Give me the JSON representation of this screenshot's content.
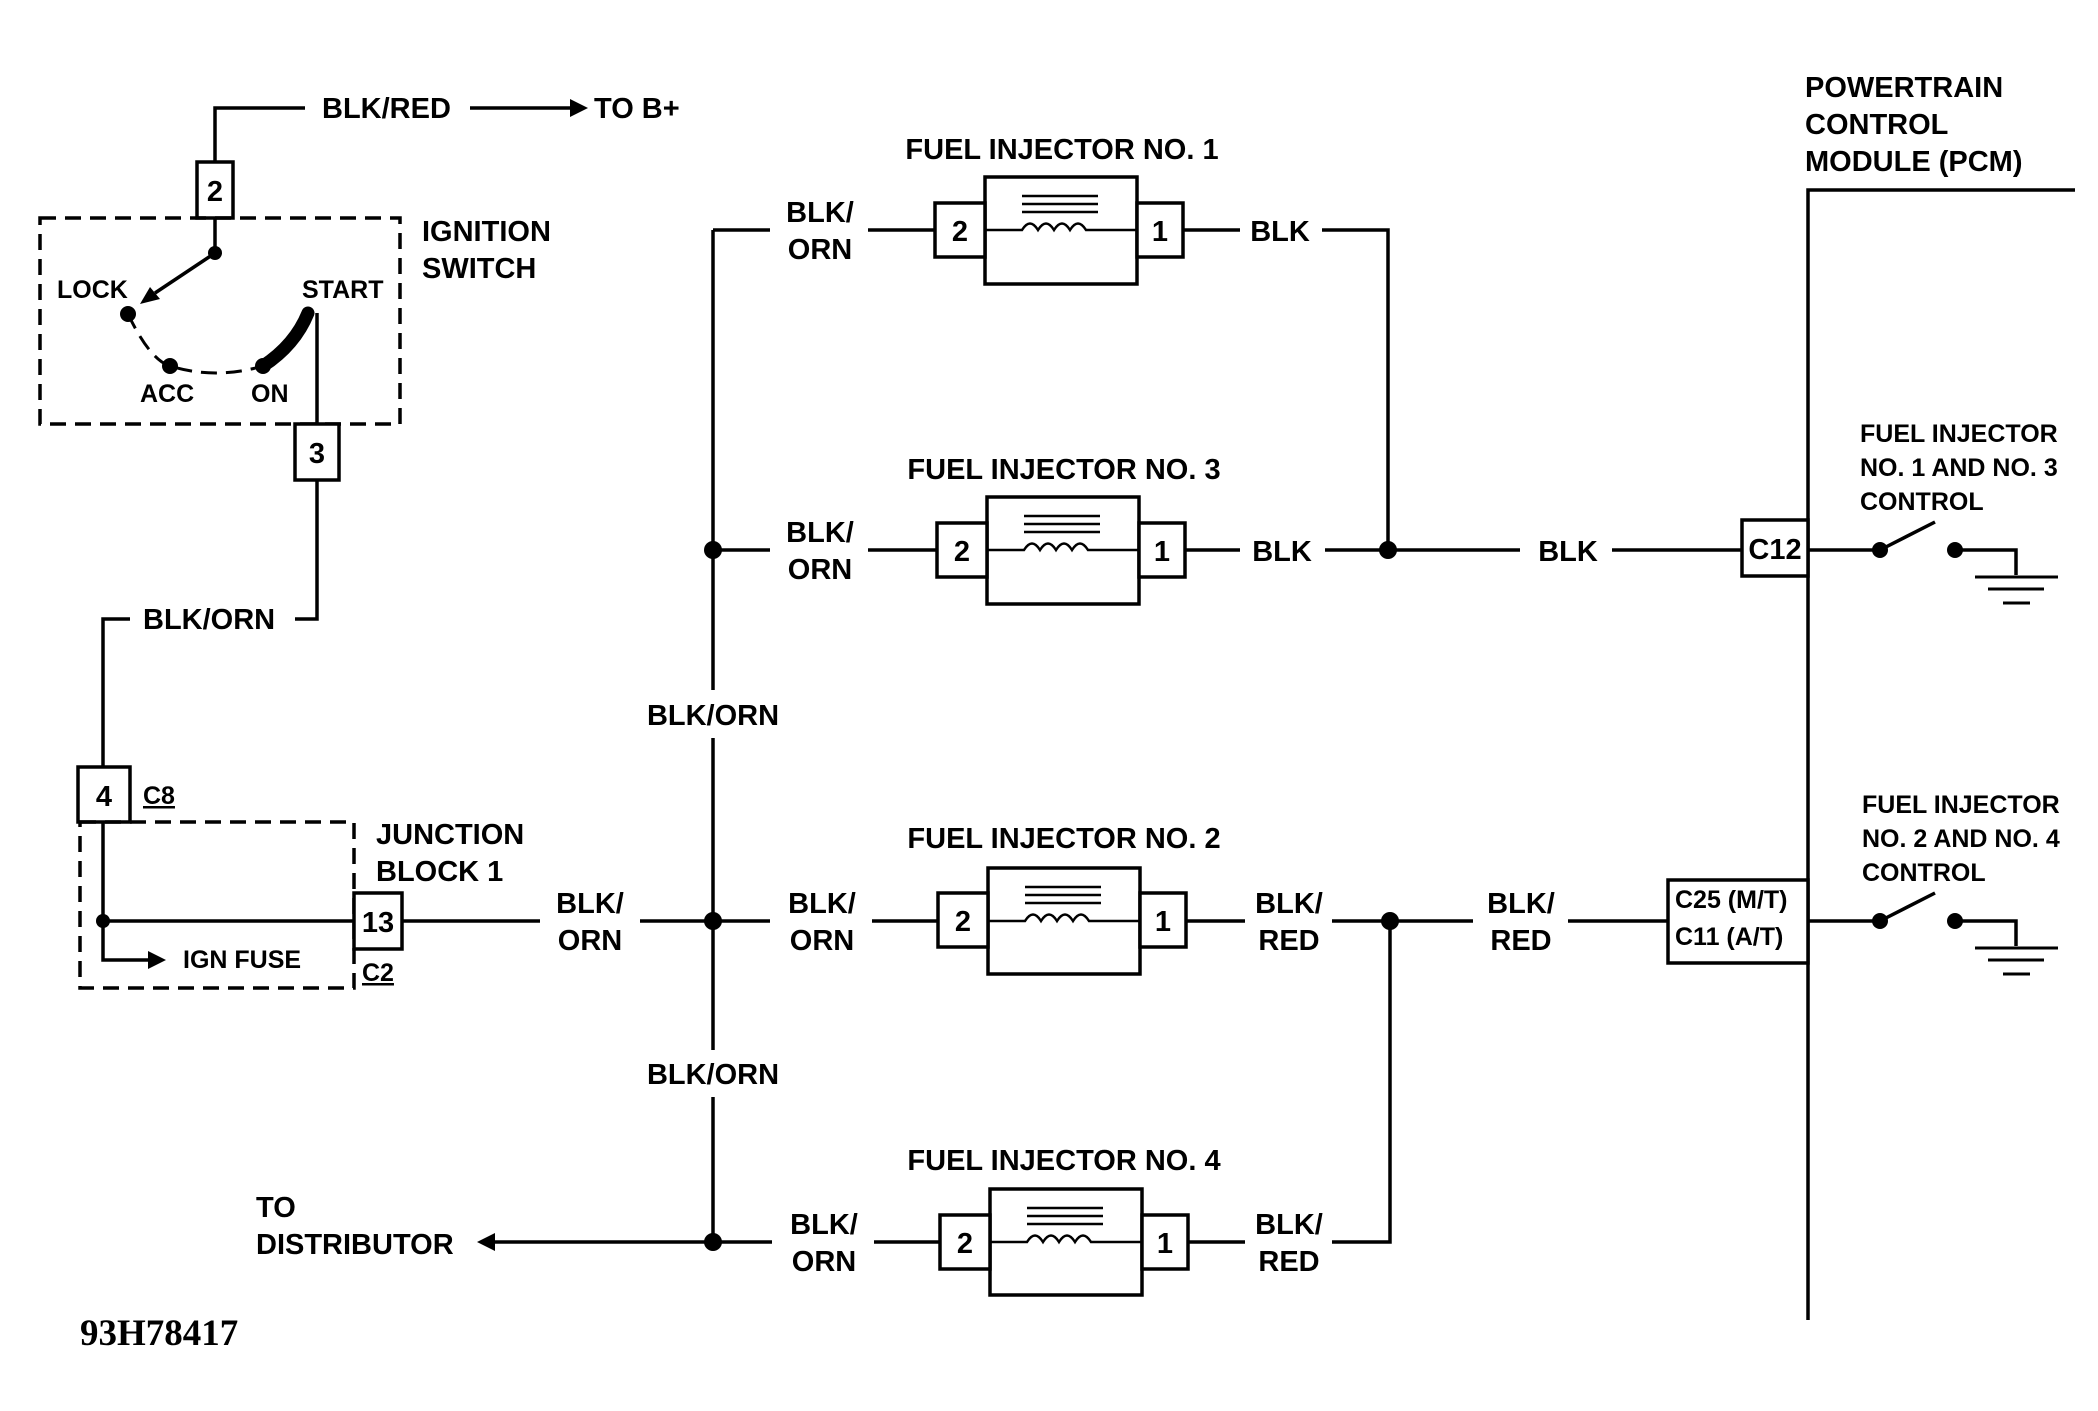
{
  "ignition_switch": {
    "title_line1": "IGNITION",
    "title_line2": "SWITCH",
    "pin_top": "2",
    "pin_bottom": "3",
    "pos_lock": "LOCK",
    "pos_acc": "ACC",
    "pos_on": "ON",
    "pos_start": "START",
    "top_wire": "BLK/RED",
    "to_bplus": "TO B+",
    "bottom_wire": "BLK/ORN"
  },
  "junction_block": {
    "title_line1": "JUNCTION",
    "title_line2": "BLOCK 1",
    "pin_in": "4",
    "conn_in": "C8",
    "pin_out": "13",
    "conn_out": "C2",
    "fuse": "IGN FUSE",
    "out_wire_line1": "BLK/",
    "out_wire_line2": "ORN"
  },
  "bus": {
    "upper_label": "BLK/ORN",
    "lower_label": "BLK/ORN",
    "to_distributor_line1": "TO",
    "to_distributor_line2": "DISTRIBUTOR"
  },
  "injectors": [
    {
      "title": "FUEL INJECTOR NO. 1",
      "pin_left": "2",
      "pin_right": "1",
      "in_wire_1": "BLK/",
      "in_wire_2": "ORN",
      "out_wire_1": "BLK",
      "out_wire_2": ""
    },
    {
      "title": "FUEL INJECTOR NO. 3",
      "pin_left": "2",
      "pin_right": "1",
      "in_wire_1": "BLK/",
      "in_wire_2": "ORN",
      "out_wire_1": "BLK",
      "out_wire_2": ""
    },
    {
      "title": "FUEL INJECTOR NO. 2",
      "pin_left": "2",
      "pin_right": "1",
      "in_wire_1": "BLK/",
      "in_wire_2": "ORN",
      "out_wire_1": "BLK/",
      "out_wire_2": "RED"
    },
    {
      "title": "FUEL INJECTOR NO. 4",
      "pin_left": "2",
      "pin_right": "1",
      "in_wire_1": "BLK/",
      "in_wire_2": "ORN",
      "out_wire_1": "BLK/",
      "out_wire_2": "RED"
    }
  ],
  "pcm": {
    "title_line1": "POWERTRAIN",
    "title_line2": "CONTROL",
    "title_line3": "MODULE (PCM)",
    "upper_wire": "BLK",
    "upper_conn": "C12",
    "upper_ctrl_line1": "FUEL INJECTOR",
    "upper_ctrl_line2": "NO. 1 AND NO. 3",
    "upper_ctrl_line3": "CONTROL",
    "lower_wire_line1": "BLK/",
    "lower_wire_line2": "RED",
    "lower_conn_line1": "C25 (M/T)",
    "lower_conn_line2": "C11 (A/T)",
    "lower_ctrl_line1": "FUEL INJECTOR",
    "lower_ctrl_line2": "NO. 2 AND NO. 4",
    "lower_ctrl_line3": "CONTROL"
  },
  "figure_code": "93H78417"
}
